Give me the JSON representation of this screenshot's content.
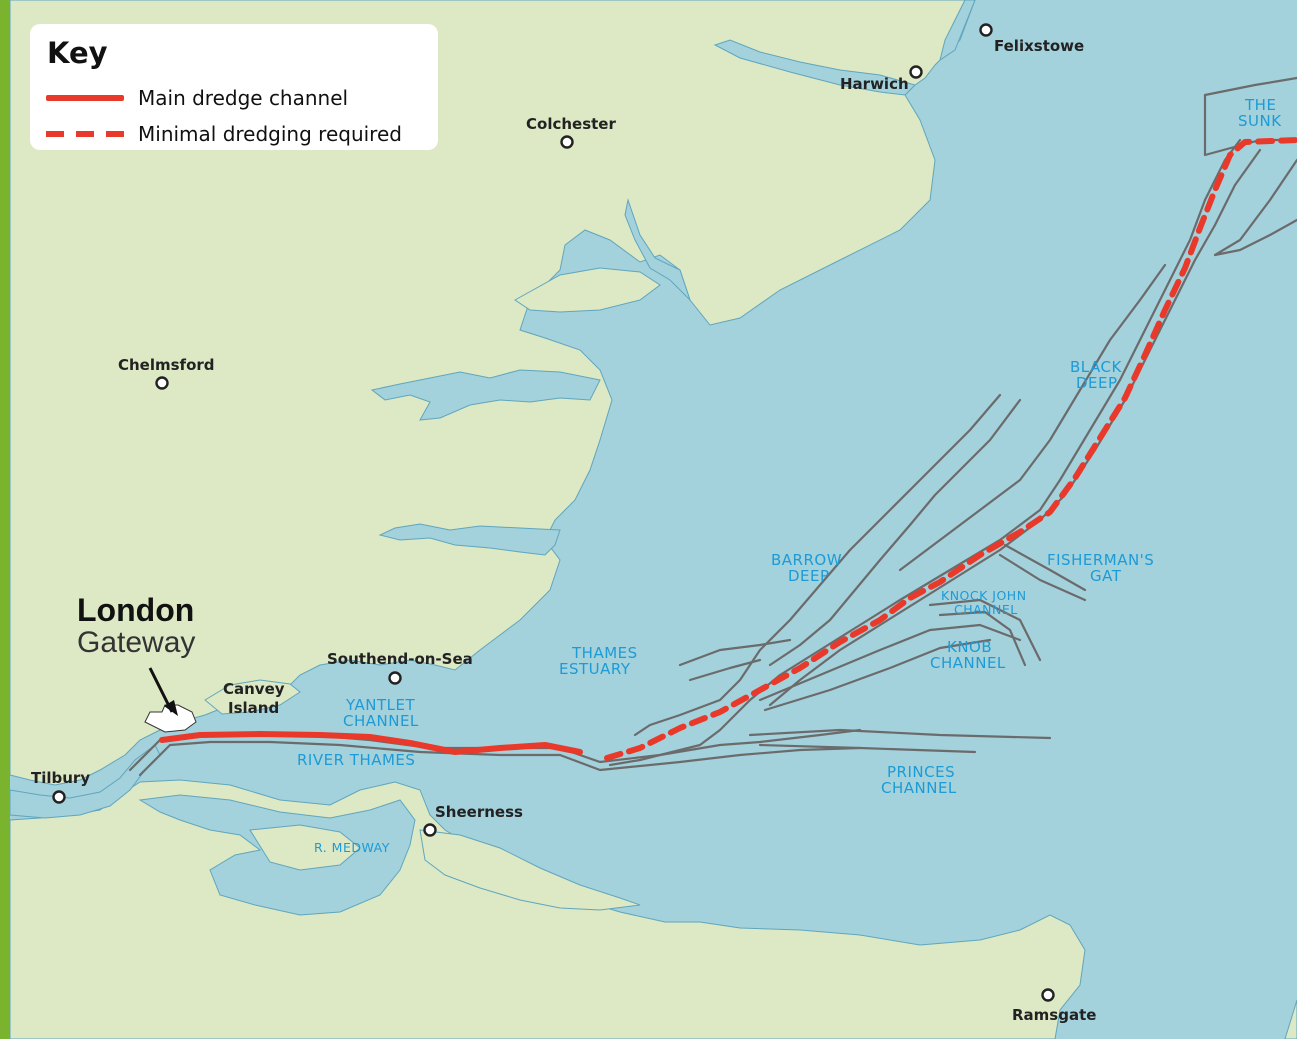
{
  "key": {
    "title": "Key",
    "items": [
      {
        "label": "Main dredge channel",
        "style": "solid",
        "color": "#e8392a"
      },
      {
        "label": "Minimal dredging required",
        "style": "dashed",
        "color": "#e8392a"
      }
    ]
  },
  "landmark": {
    "title": "London",
    "subtitle": "Gateway"
  },
  "towns": {
    "felixstowe": "Felixstowe",
    "harwich": "Harwich",
    "colchester": "Colchester",
    "chelmsford": "Chelmsford",
    "southend": "Southend-on-Sea",
    "canvey_1": "Canvey",
    "canvey_2": "Island",
    "tilbury": "Tilbury",
    "sheerness": "Sheerness",
    "ramsgate": "Ramsgate"
  },
  "water_labels": {
    "the_sunk_1": "THE",
    "the_sunk_2": "SUNK",
    "black_deep_1": "BLACK",
    "black_deep_2": "DEEP",
    "barrow_deep_1": "BARROW",
    "barrow_deep_2": "DEEP",
    "fishermans_gat_1": "FISHERMAN'S",
    "fishermans_gat_2": "GAT",
    "knock_john_1": "KNOCK JOHN",
    "knock_john_2": "CHANNEL",
    "knob_channel_1": "KNOB",
    "knob_channel_2": "CHANNEL",
    "thames_estuary_1": "THAMES",
    "thames_estuary_2": "ESTUARY",
    "yantlet_1": "YANTLET",
    "yantlet_2": "CHANNEL",
    "river_thames": "RIVER THAMES",
    "princes_1": "PRINCES",
    "princes_2": "CHANNEL",
    "medway": "R. MEDWAY"
  },
  "colors": {
    "sea": "#a3d1dc",
    "land": "#dde8c5",
    "frame": "#7ab32e",
    "channel_line": "#6b6b6b",
    "dredge": "#e8392a",
    "water_text": "#1d9bd6"
  }
}
